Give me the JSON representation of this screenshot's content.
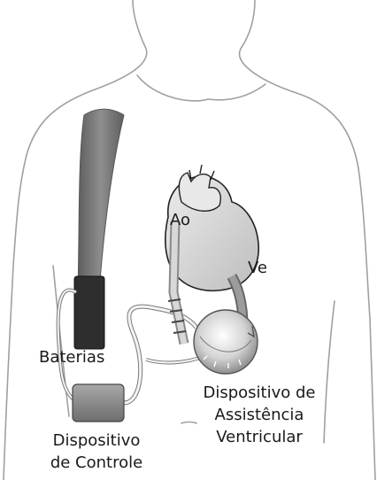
{
  "labels": {
    "aorta": "Ao",
    "ventricle": "Ve",
    "batteries": "Baterias",
    "vad_line1": "Dispositivo de",
    "vad_line2": "Assistência",
    "vad_line3": "Ventricular",
    "control_line1": "Dispositivo",
    "control_line2": "de Controle"
  },
  "colors": {
    "outline": "#9a9a9a",
    "strap": "#7d7d7d",
    "battery": "#2e2e2e",
    "controller": "#8a8a8a",
    "heart": "#d9d9d9",
    "pump": "#cfcfcf",
    "cable": "#f2f2f2"
  }
}
